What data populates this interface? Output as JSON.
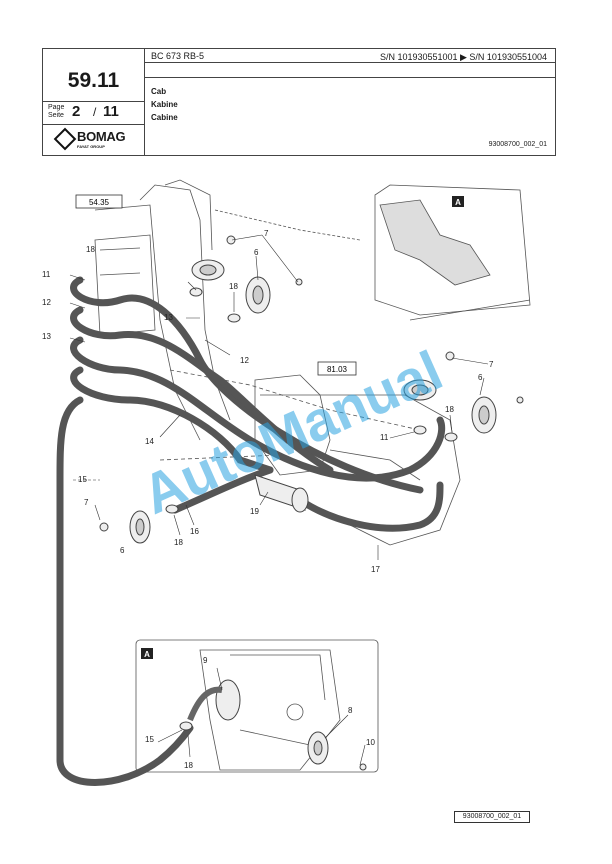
{
  "header": {
    "model": "BC 673 RB-5",
    "serial_range": "S/N 101930551001  ▶  S/N 101930551004",
    "section_number": "59.11",
    "page_label_1": "Page",
    "page_label_2": "Seite",
    "page_number": "2",
    "page_total": "11",
    "brand": "BOMAG",
    "brand_group": "FAYAT GROUP",
    "title_en": "Cab",
    "title_de": "Kabine",
    "title_fr": "Cabine",
    "drawing_ref": "93008700_002_01"
  },
  "diagram": {
    "ref_54_35": "54.35",
    "ref_81_03": "81.03",
    "view_marker": "A",
    "inset_marker": "A",
    "watermark": "AutoManual",
    "callouts": {
      "c7a": "7",
      "c6a": "6",
      "c18a": "18",
      "c18b": "18",
      "c11a": "11",
      "c12a": "12",
      "c13a": "13",
      "c13b": "13",
      "c12b": "12",
      "c14": "14",
      "c15a": "15",
      "c7b": "7",
      "c6b": "6",
      "c18c": "18",
      "c16": "16",
      "c19": "19",
      "c17": "17",
      "c7c": "7",
      "c6c": "6",
      "c18d": "18",
      "c11b": "11",
      "c9": "9",
      "c15b": "15",
      "c18e": "18",
      "c8": "8",
      "c10": "10"
    }
  },
  "footer": {
    "drawing_ref": "93008700_002_01"
  }
}
